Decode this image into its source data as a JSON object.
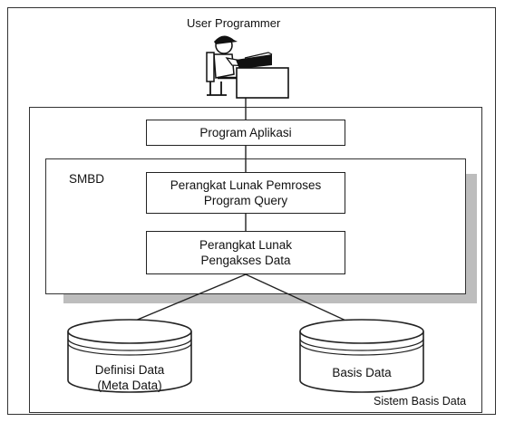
{
  "user": {
    "label": "User Programmer"
  },
  "system": {
    "label": "Sistem Basis Data"
  },
  "program": {
    "label": "Program Aplikasi"
  },
  "smbd": {
    "label": "SMBD",
    "query_processor": {
      "line1": "Perangkat Lunak Pemroses",
      "line2": "Program Query"
    },
    "data_access": {
      "line1": "Perangkat Lunak",
      "line2": "Pengakses Data"
    }
  },
  "storage": {
    "meta": {
      "line1": "Definisi Data",
      "line2": "(Meta Data)"
    },
    "db": {
      "label": "Basis Data"
    }
  }
}
